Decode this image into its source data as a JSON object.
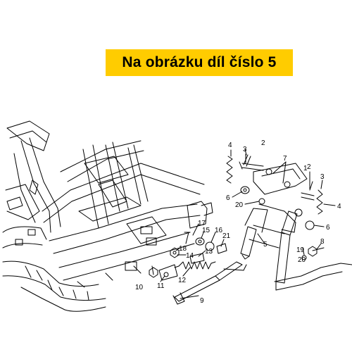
{
  "banner": {
    "text": "Na obrázku díl číslo 5",
    "color": "#ffcc00"
  },
  "callouts": [
    "1",
    "2",
    "3",
    "4",
    "5",
    "6",
    "7",
    "8",
    "9",
    "10",
    "11",
    "12",
    "13",
    "14",
    "15",
    "16",
    "17",
    "18",
    "19",
    "20",
    "21"
  ]
}
